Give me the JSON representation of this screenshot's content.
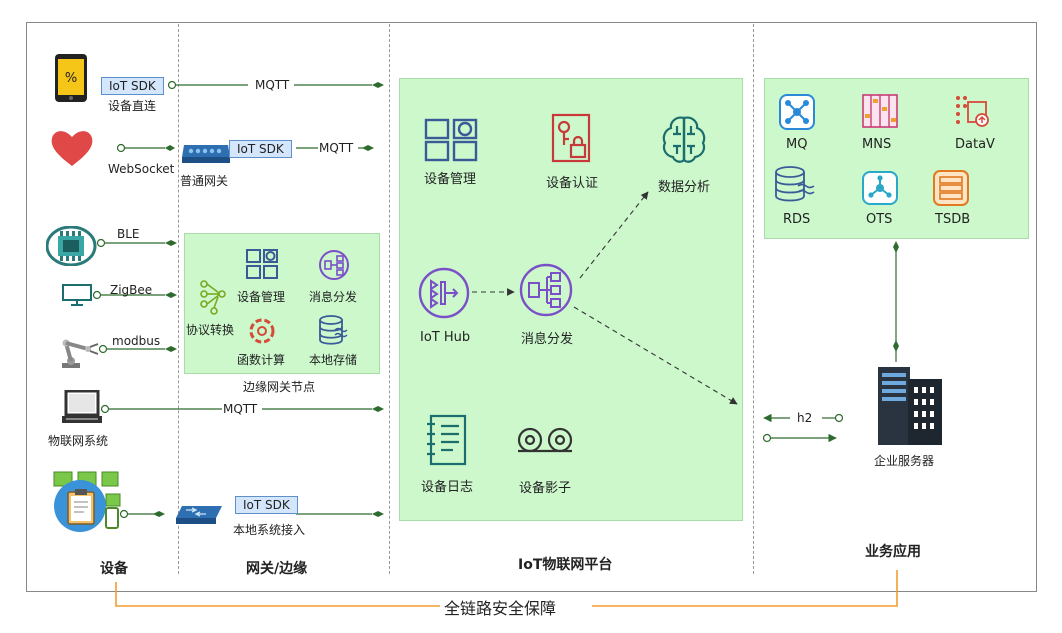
{
  "sections": {
    "device": "设备",
    "gateway": "网关/边缘",
    "platform": "IoT物联网平台",
    "business": "业务应用"
  },
  "security_bar": "全链路安全保障",
  "protocols": {
    "mqtt": "MQTT",
    "websocket": "WebSocket",
    "ble": "BLE",
    "zigbee": "ZigBee",
    "modbus": "modbus",
    "h2": "h2"
  },
  "devices": {
    "direct_sdk": "IoT SDK",
    "direct_label": "设备直连",
    "iot_system": "物联网系统"
  },
  "gateway": {
    "normal_sdk": "IoT SDK",
    "normal_label": "普通网关",
    "edge_title": "边缘网关节点",
    "edge_items": [
      "协议转换",
      "设备管理",
      "消息分发",
      "函数计算",
      "本地存储"
    ],
    "local_sdk": "IoT SDK",
    "local_label": "本地系统接入"
  },
  "platform": {
    "device_mgmt": "设备管理",
    "device_auth": "设备认证",
    "data_analysis": "数据分析",
    "iot_hub": "IoT Hub",
    "msg_dispatch": "消息分发",
    "device_log": "设备日志",
    "device_shadow": "设备影子"
  },
  "business": {
    "services": [
      "MQ",
      "MNS",
      "DataV",
      "RDS",
      "OTS",
      "TSDB"
    ],
    "server": "企业服务器"
  },
  "colors": {
    "panel_green": "#ccf8cc",
    "connector_green": "#2e6b2e",
    "security_orange": "#f39c32",
    "sdk_blue": "#d4e6fb",
    "icon_blue": "#3a5a98",
    "icon_red": "#c83a3a",
    "icon_purple": "#7a4fc8",
    "icon_teal": "#1b6e6e"
  }
}
